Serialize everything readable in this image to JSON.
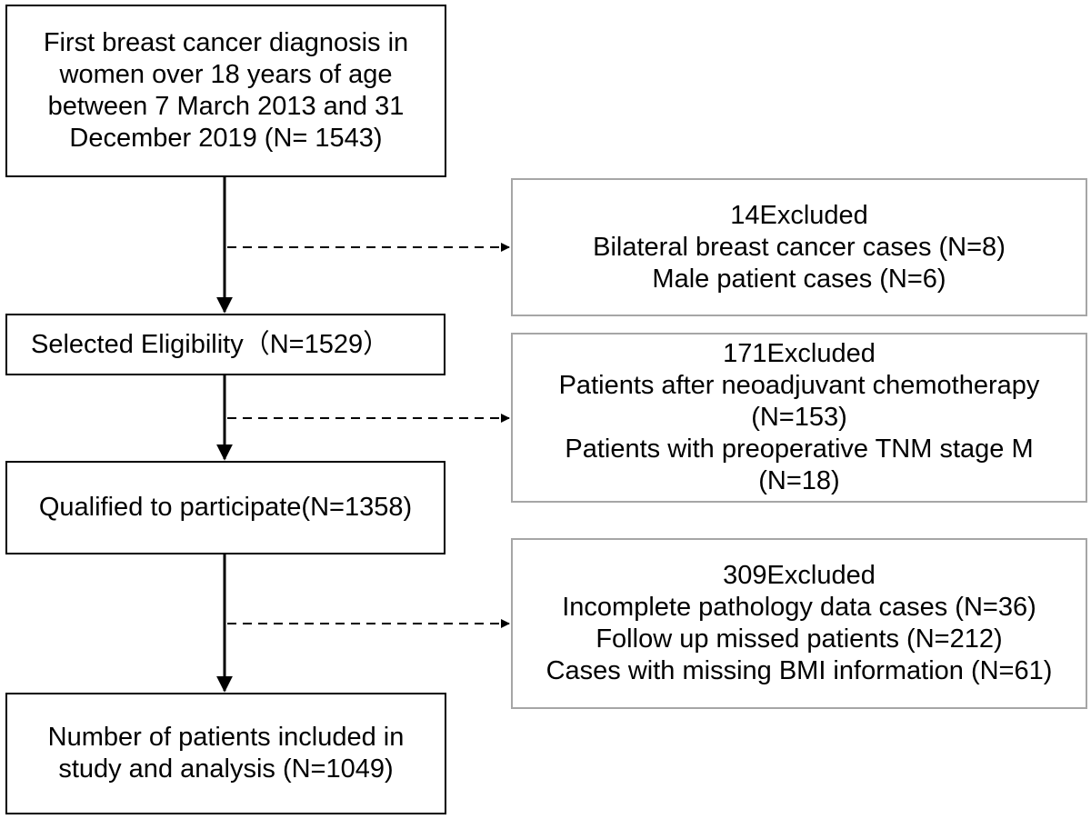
{
  "flow": {
    "start": "First breast cancer diagnosis in women over 18 years of age between 7 March 2013 and 31 December 2019 (N= 1543)",
    "selected": "Selected Eligibility（N=1529）",
    "qualified": "Qualified to participate(N=1358)",
    "final": "Number of patients included in study and analysis (N=1049)"
  },
  "exclusions": [
    {
      "title": "14Excluded",
      "lines": [
        "Bilateral breast cancer cases (N=8)",
        "Male patient cases (N=6)"
      ]
    },
    {
      "title": "171Excluded",
      "lines": [
        "Patients after neoadjuvant chemotherapy",
        "(N=153)",
        "Patients with preoperative TNM stage M",
        "(N=18)"
      ]
    },
    {
      "title": "309Excluded",
      "lines": [
        "Incomplete pathology data cases (N=36)",
        "Follow up missed patients (N=212)",
        "Cases with missing BMI information (N=61)"
      ]
    }
  ],
  "colors": {
    "main_border": "#000000",
    "exclusion_border": "#a6a6a6",
    "arrow": "#000000"
  }
}
